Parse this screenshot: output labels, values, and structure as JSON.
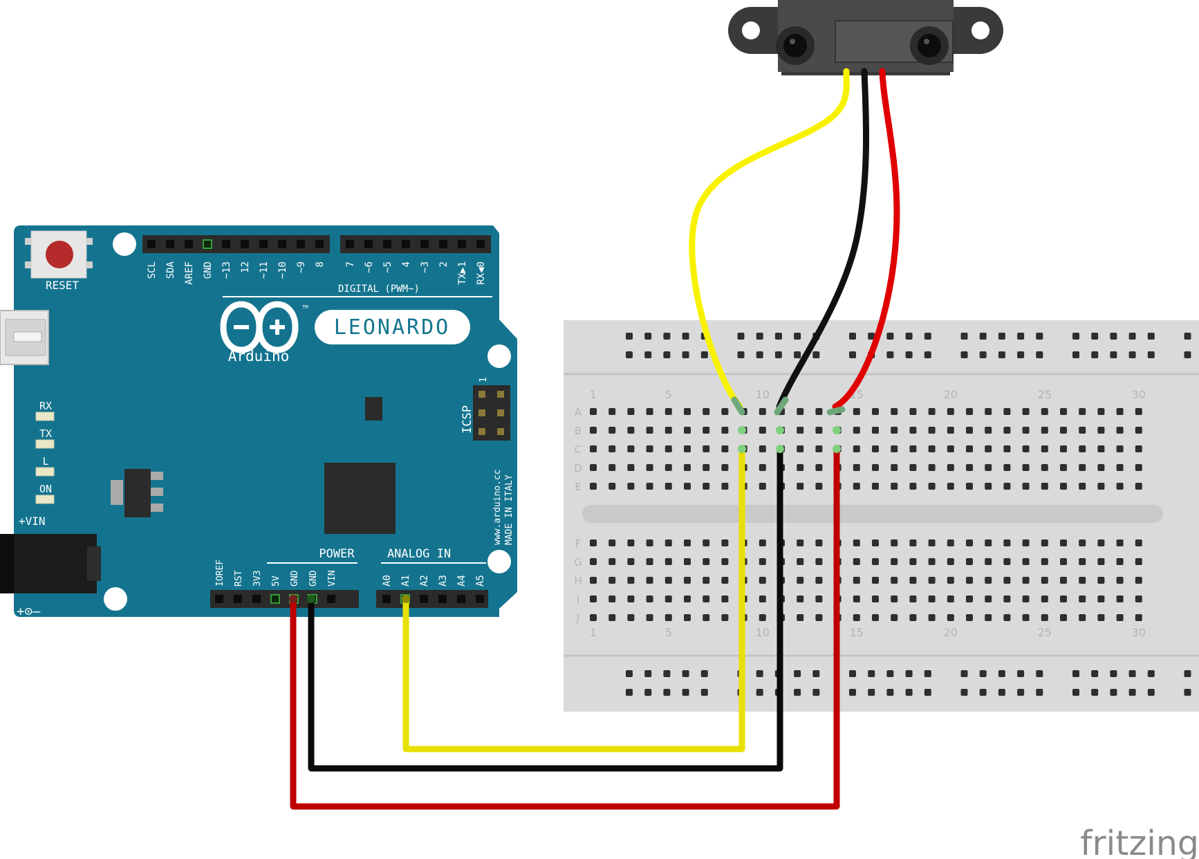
{
  "board": {
    "reset_label": "RESET",
    "logo_text": "Arduino",
    "tm": "TM",
    "model": "LEONARDO",
    "digital_title": "DIGITAL (PWM~)",
    "digital_pins_left": [
      "SCL",
      "SDA",
      "AREF",
      "GND",
      "~13",
      "12",
      "~11",
      "~10",
      "~9",
      "8"
    ],
    "digital_pins_right": [
      "7",
      "~6",
      "~5",
      "4",
      "~3",
      "2",
      "TX▶1",
      "RX◀0"
    ],
    "led_labels": [
      "RX",
      "TX",
      "L",
      "ON"
    ],
    "icsp_label": "ICSP",
    "icsp_pin1": "1",
    "url": "www.arduino.cc",
    "made_in": "MADE IN ITALY",
    "vin_label": "+VIN",
    "polarity_label": "+⊙–",
    "power_title": "POWER",
    "power_pins": [
      "IOREF",
      "RST",
      "3V3",
      "5V",
      "GND",
      "GND",
      "VIN"
    ],
    "analog_title": "ANALOG IN",
    "analog_pins": [
      "A0",
      "A1",
      "A2",
      "A3",
      "A4",
      "A5"
    ]
  },
  "breadboard": {
    "column_numbers": [
      "1",
      "5",
      "10",
      "15",
      "20",
      "25",
      "30"
    ],
    "rows_top": [
      "A",
      "B",
      "C",
      "D",
      "E"
    ],
    "rows_bottom": [
      "F",
      "G",
      "H",
      "I",
      "J"
    ]
  },
  "wires": {
    "signal_color": "#f8f200",
    "ground_color": "#111111",
    "power_color": "#e00000",
    "jumper_signal": "#e8e000",
    "jumper_ground": "#0a0a0a",
    "jumper_power": "#c00000"
  },
  "colors": {
    "board": "#14748f",
    "board_text": "#ffffff",
    "breadboard": "#dadada"
  },
  "watermark": "fritzing"
}
